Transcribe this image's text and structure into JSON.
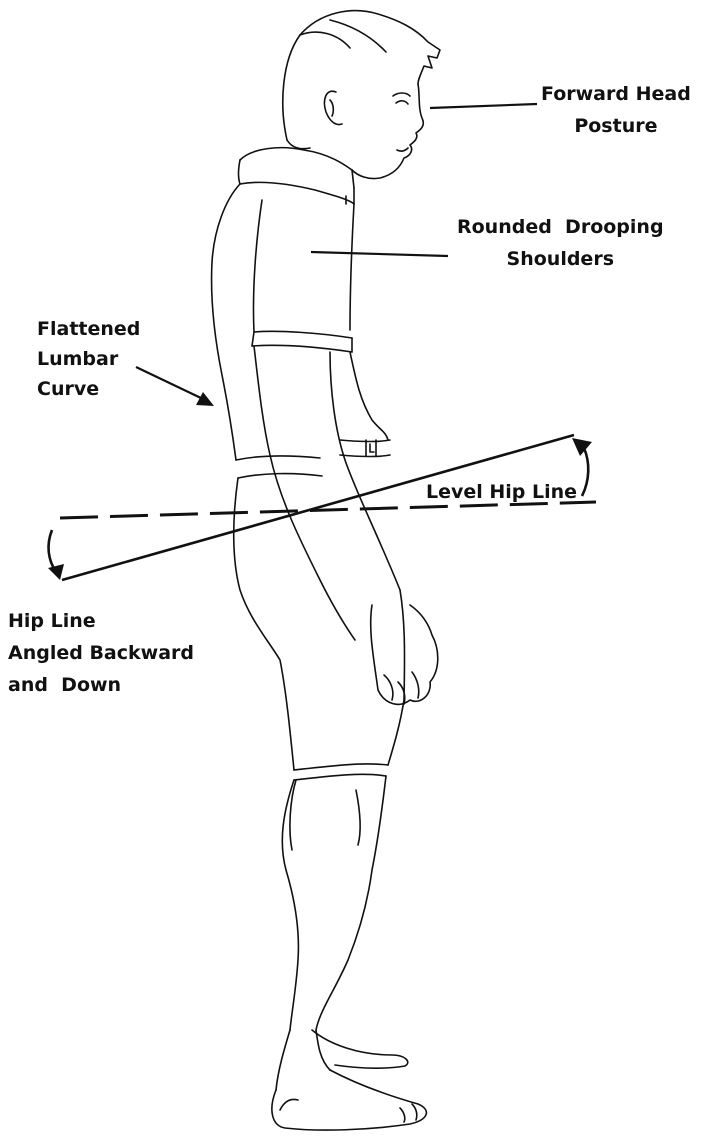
{
  "labels": {
    "forward_head": {
      "line1": "Forward Head",
      "line2": "Posture"
    },
    "rounded_shoulders": {
      "line1": "Rounded  Drooping",
      "line2": "Shoulders"
    },
    "flattened_lumbar": {
      "line1": "Flattened",
      "line2": "Lumbar",
      "line3": "Curve"
    },
    "level_hip_line": {
      "text": "Level Hip Line"
    },
    "hip_line_angled": {
      "line1": "Hip Line",
      "line2": "Angled Backward",
      "line3": "and  Down"
    }
  },
  "colors": {
    "ink": "#111111",
    "background": "#ffffff"
  }
}
